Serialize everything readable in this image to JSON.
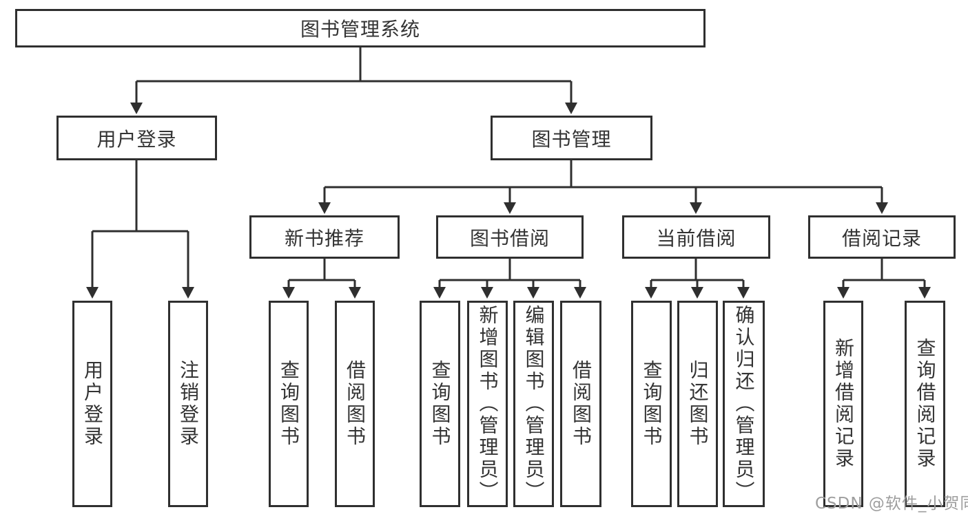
{
  "colors": {
    "line": "#2f2f2f",
    "text": "#333333",
    "watermark": "#9e9e9e",
    "background": "#ffffff"
  },
  "root": {
    "label": "图书管理系统"
  },
  "user_branch": {
    "label": "用户登录",
    "leaves": [
      "用户登录",
      "注销登录"
    ]
  },
  "book_branch": {
    "label": "图书管理",
    "groups": [
      {
        "label": "新书推荐",
        "leaves": [
          "查询图书",
          "借阅图书"
        ]
      },
      {
        "label": "图书借阅",
        "leaves": [
          "查询图书",
          "新增图书（管理员）",
          "编辑图书（管理员）",
          "借阅图书"
        ]
      },
      {
        "label": "当前借阅",
        "leaves": [
          "查询图书",
          "归还图书",
          "确认归还（管理员）"
        ]
      },
      {
        "label": "借阅记录",
        "leaves": [
          "新增借阅记录",
          "查询借阅记录"
        ]
      }
    ]
  },
  "watermark": "CSDN @软件_小贺同学"
}
